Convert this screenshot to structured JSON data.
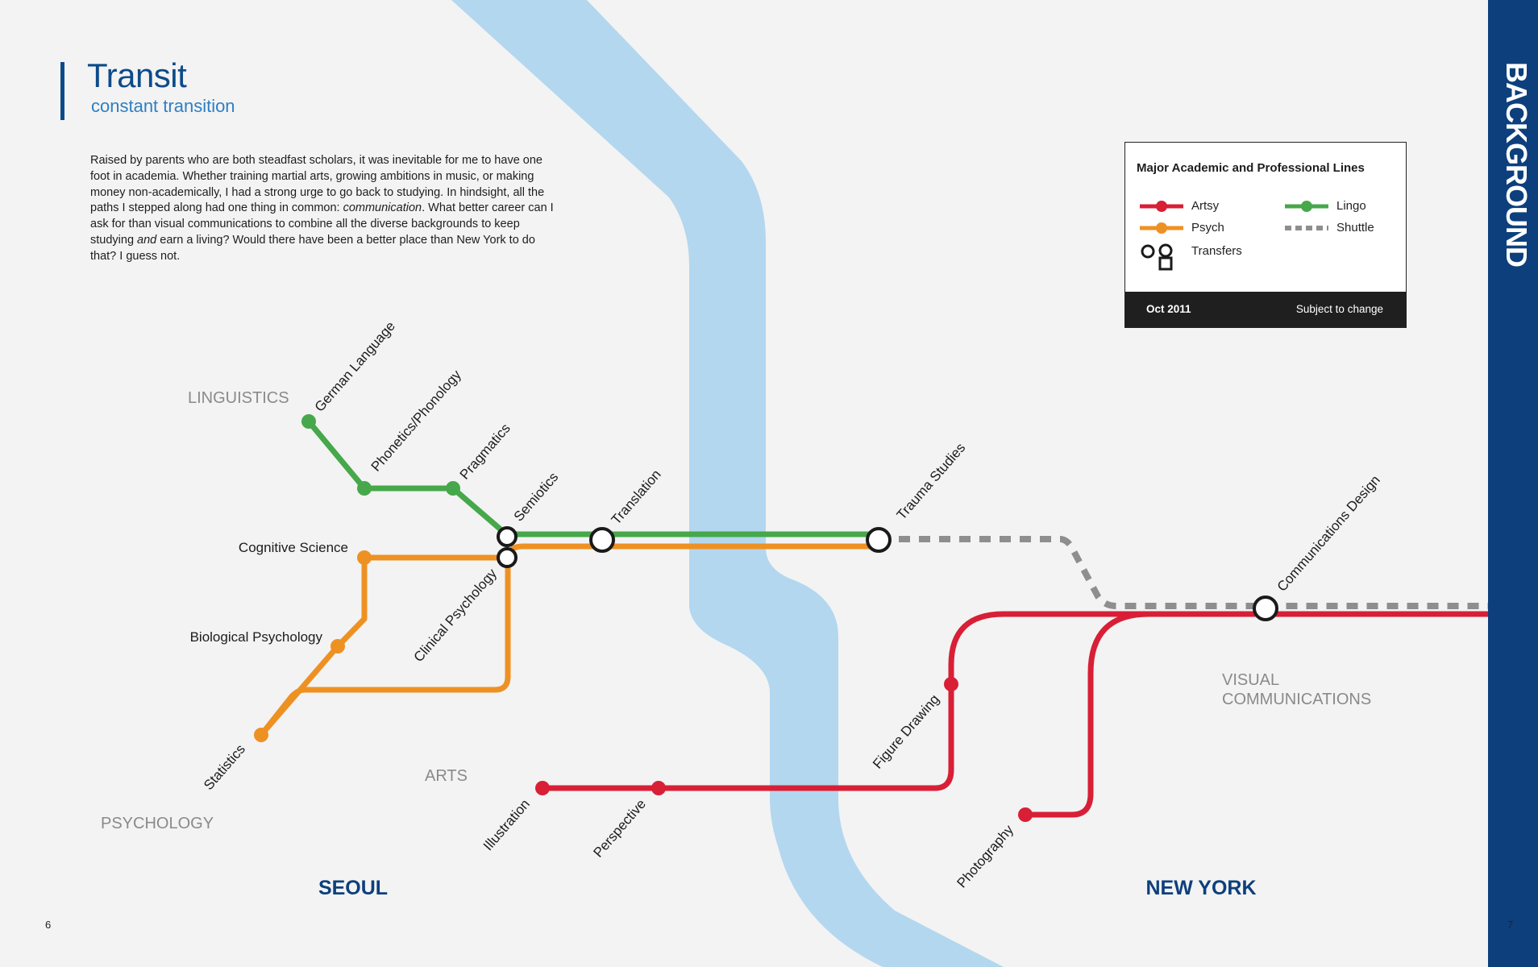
{
  "header": {
    "title": "Transit",
    "subtitle": "constant transition"
  },
  "intro": {
    "paragraph": [
      {
        "text": "Raised by parents who are both steadfast scholars, it was inevitable for me to have one foot in academia. Whether training martial arts, growing ambitions in music, or making money non-academically, I had a strong urge to go back to studying. In hindsight, all the paths I stepped along had one thing in common: ",
        "italic": false
      },
      {
        "text": "communication",
        "italic": true
      },
      {
        "text": ". What better career can I ask for than visual communications to combine all the diverse backgrounds to keep studying ",
        "italic": false
      },
      {
        "text": "and",
        "italic": true
      },
      {
        "text": " earn a living? Would there have been a better place than New York to do that? I guess not.",
        "italic": false
      }
    ]
  },
  "legend": {
    "title": "Major Academic and Professional Lines",
    "items": [
      {
        "id": "artsy",
        "label": "Artsy",
        "color": "#d81f36",
        "style": "line-dot"
      },
      {
        "id": "lingo",
        "label": "Lingo",
        "color": "#46a84a",
        "style": "line-dot"
      },
      {
        "id": "psych",
        "label": "Psych",
        "color": "#ee9123",
        "style": "line-dot"
      },
      {
        "id": "shuttle",
        "label": "Shuttle",
        "color": "#8e8e8e",
        "style": "dashed"
      },
      {
        "id": "transfers",
        "label": "Transfers",
        "color": "#1a1a1a",
        "style": "transfer"
      }
    ],
    "date": "Oct 2011",
    "note": "Subject to change"
  },
  "sidebar": {
    "label": "BACKGROUND"
  },
  "pages": {
    "left": "6",
    "right": "7"
  },
  "colors": {
    "background": "#f3f3f3",
    "river": "#b3d7ef",
    "artsy": "#d81f36",
    "lingo": "#46a84a",
    "psych": "#ee9123",
    "shuttle": "#8e8e8e",
    "navy": "#0d3f7c",
    "district": "#8a8a8a"
  },
  "map": {
    "cities": [
      {
        "id": "seoul",
        "label": "SEOUL"
      },
      {
        "id": "new-york",
        "label": "NEW YORK"
      }
    ],
    "districts": [
      {
        "id": "linguistics",
        "label": "LINGUISTICS"
      },
      {
        "id": "psychology",
        "label": "PSYCHOLOGY"
      },
      {
        "id": "arts",
        "label": "ARTS"
      },
      {
        "id": "visual-communications",
        "label": "VISUAL COMMUNICATIONS"
      }
    ],
    "lines": [
      {
        "id": "lingo",
        "name": "Lingo",
        "color": "#46a84a",
        "stops": [
          "German Language",
          "Phonetics/Phonology",
          "Pragmatics",
          "Semiotics",
          "Translation",
          "Trauma Studies"
        ]
      },
      {
        "id": "psych",
        "name": "Psych",
        "color": "#ee9123",
        "stops": [
          "Statistics",
          "Biological Psychology",
          "Cognitive Science",
          "Clinical Psychology",
          "Translation",
          "Trauma Studies"
        ]
      },
      {
        "id": "artsy",
        "name": "Artsy",
        "color": "#d81f36",
        "stops": [
          "Illustration",
          "Perspective",
          "Figure Drawing",
          "Photography",
          "Communications Design"
        ]
      },
      {
        "id": "shuttle",
        "name": "Shuttle",
        "color": "#8e8e8e",
        "stops": [
          "Trauma Studies",
          "Communications Design"
        ]
      }
    ],
    "stations": [
      {
        "id": "german-language",
        "label": "German Language",
        "type": "stop",
        "line": "lingo"
      },
      {
        "id": "phonetics-phonology",
        "label": "Phonetics/Phonology",
        "type": "stop",
        "line": "lingo"
      },
      {
        "id": "pragmatics",
        "label": "Pragmatics",
        "type": "stop",
        "line": "lingo"
      },
      {
        "id": "semiotics",
        "label": "Semiotics",
        "type": "transfer",
        "line": "lingo"
      },
      {
        "id": "translation",
        "label": "Translation",
        "type": "transfer",
        "line": "lingo"
      },
      {
        "id": "trauma-studies",
        "label": "Trauma Studies",
        "type": "transfer",
        "line": "lingo"
      },
      {
        "id": "cognitive-science",
        "label": "Cognitive Science",
        "type": "stop",
        "line": "psych"
      },
      {
        "id": "biological-psychology",
        "label": "Biological Psychology",
        "type": "stop",
        "line": "psych"
      },
      {
        "id": "statistics",
        "label": "Statistics",
        "type": "stop",
        "line": "psych"
      },
      {
        "id": "clinical-psychology",
        "label": "Clinical Psychology",
        "type": "transfer",
        "line": "psych"
      },
      {
        "id": "illustration",
        "label": "Illustration",
        "type": "stop",
        "line": "artsy"
      },
      {
        "id": "perspective",
        "label": "Perspective",
        "type": "stop",
        "line": "artsy"
      },
      {
        "id": "figure-drawing",
        "label": "Figure Drawing",
        "type": "stop",
        "line": "artsy"
      },
      {
        "id": "photography",
        "label": "Photography",
        "type": "stop",
        "line": "artsy"
      },
      {
        "id": "communications-design",
        "label": "Communications Design",
        "type": "transfer",
        "line": "artsy"
      }
    ]
  }
}
